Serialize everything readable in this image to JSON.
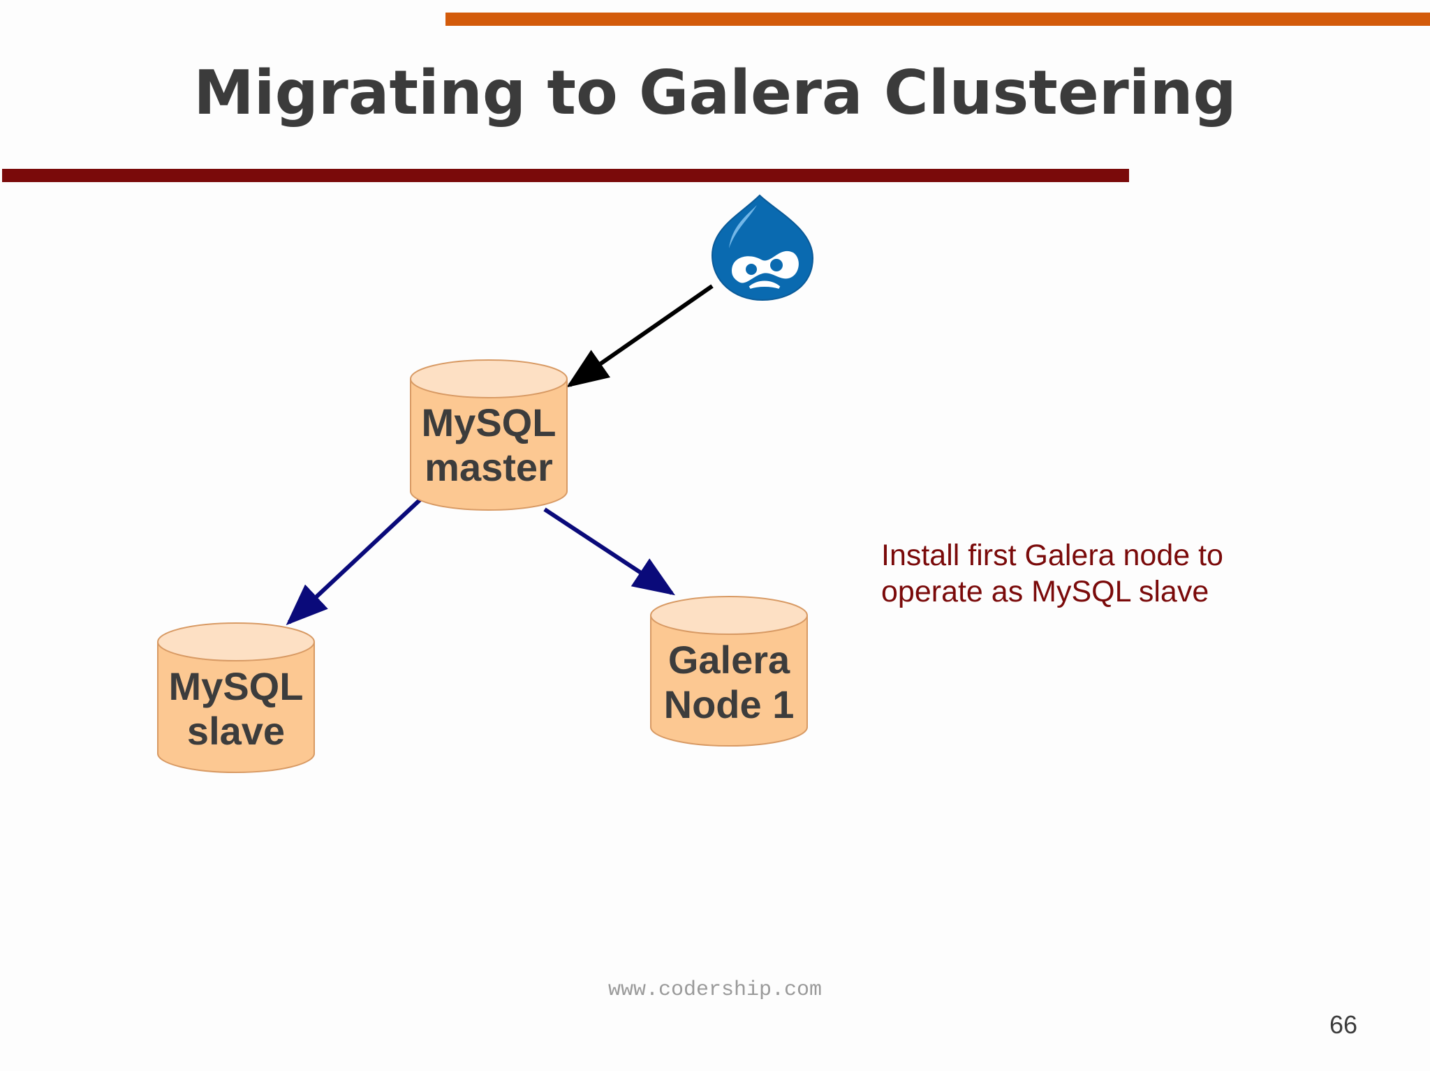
{
  "slide": {
    "title": "Migrating to Galera Clustering",
    "footer_url": "www.codership.com",
    "page_number": "66"
  },
  "diagram": {
    "logo": "drupal-drop-icon",
    "nodes": {
      "master": {
        "line1": "MySQL",
        "line2": "master"
      },
      "slave": {
        "line1": "MySQL",
        "line2": "slave"
      },
      "galera": {
        "line1": "Galera",
        "line2": "Node 1"
      }
    },
    "edges": [
      {
        "from": "drupal",
        "to": "master",
        "color": "#000000"
      },
      {
        "from": "master",
        "to": "slave",
        "color": "#0a0a7a"
      },
      {
        "from": "master",
        "to": "galera",
        "color": "#0a0a7a"
      }
    ],
    "note": {
      "line1": "Install first Galera node to",
      "line2": "operate as MySQL slave"
    }
  },
  "colors": {
    "top_bar": "#d35b0b",
    "title_bar": "#7a0a0a",
    "cylinder_fill": "#fcc892",
    "cylinder_top": "#fde0c4",
    "note_text": "#7a0a0a",
    "drupal_blue": "#0a6ab0"
  }
}
